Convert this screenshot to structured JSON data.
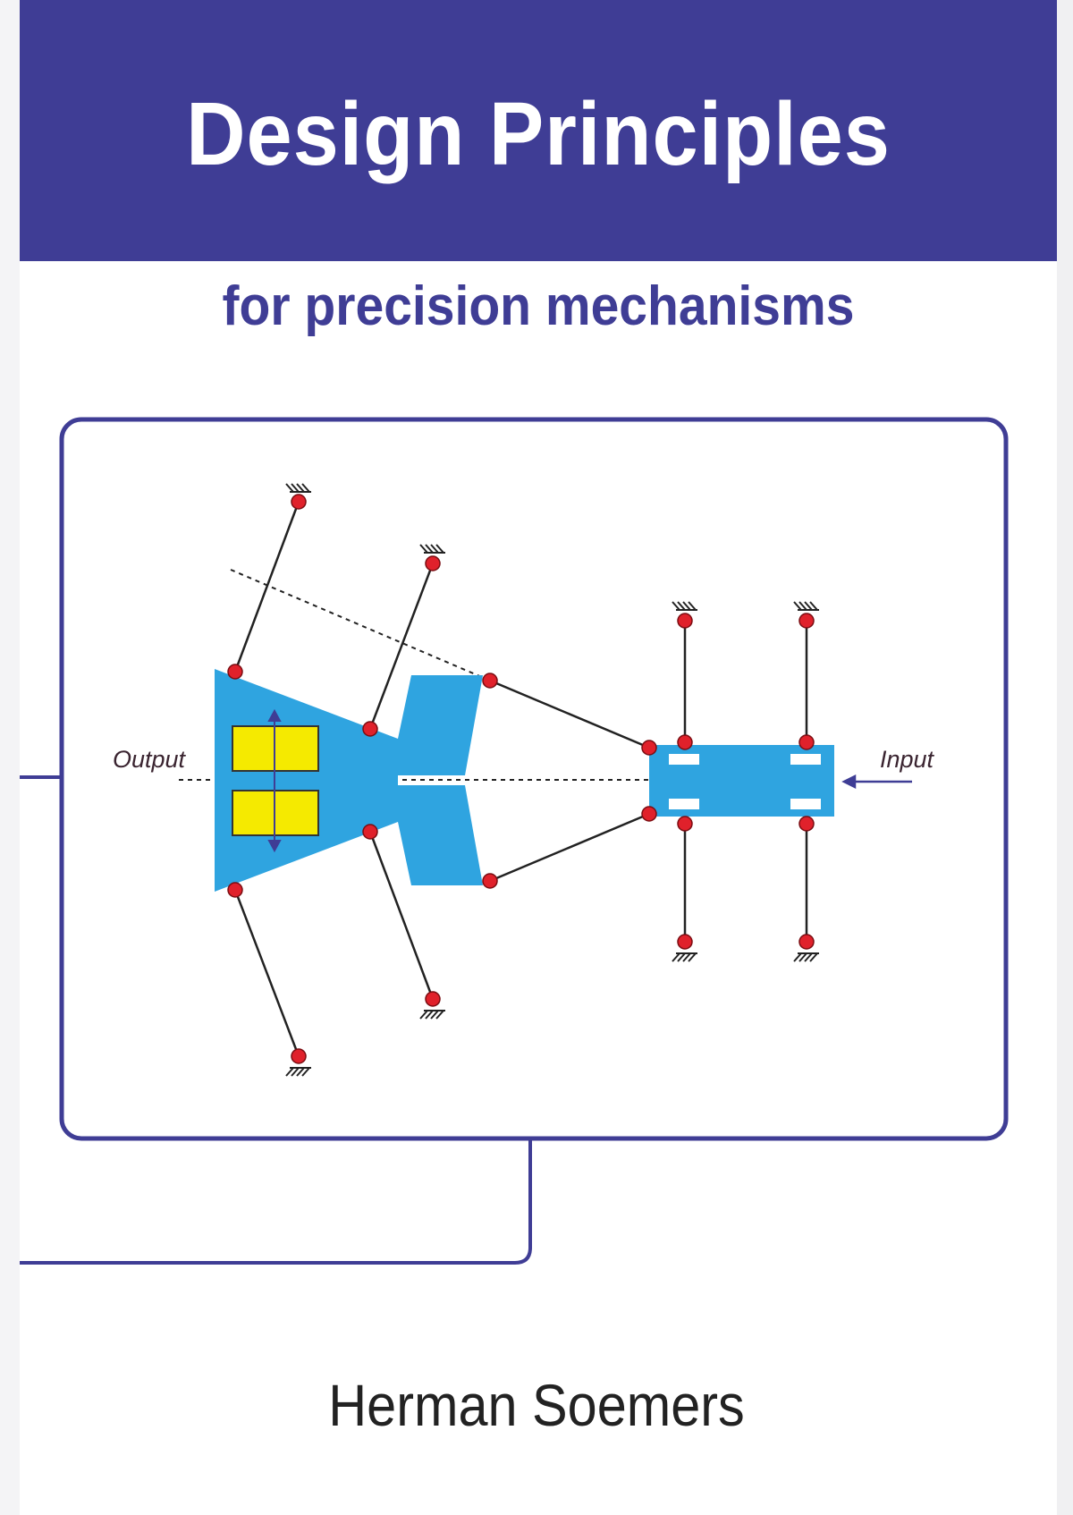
{
  "book": {
    "title": "Design Principles",
    "subtitle": "for precision mechanisms",
    "author": "Herman Soemers"
  },
  "figure": {
    "output_label": "Output",
    "input_label": "Input"
  },
  "colors": {
    "banner": "#3f3d95",
    "frame": "#3f3d95",
    "body_blue": "#2fa4e0",
    "mass_yellow": "#f5ea00",
    "joint_red": "#e0212b"
  }
}
